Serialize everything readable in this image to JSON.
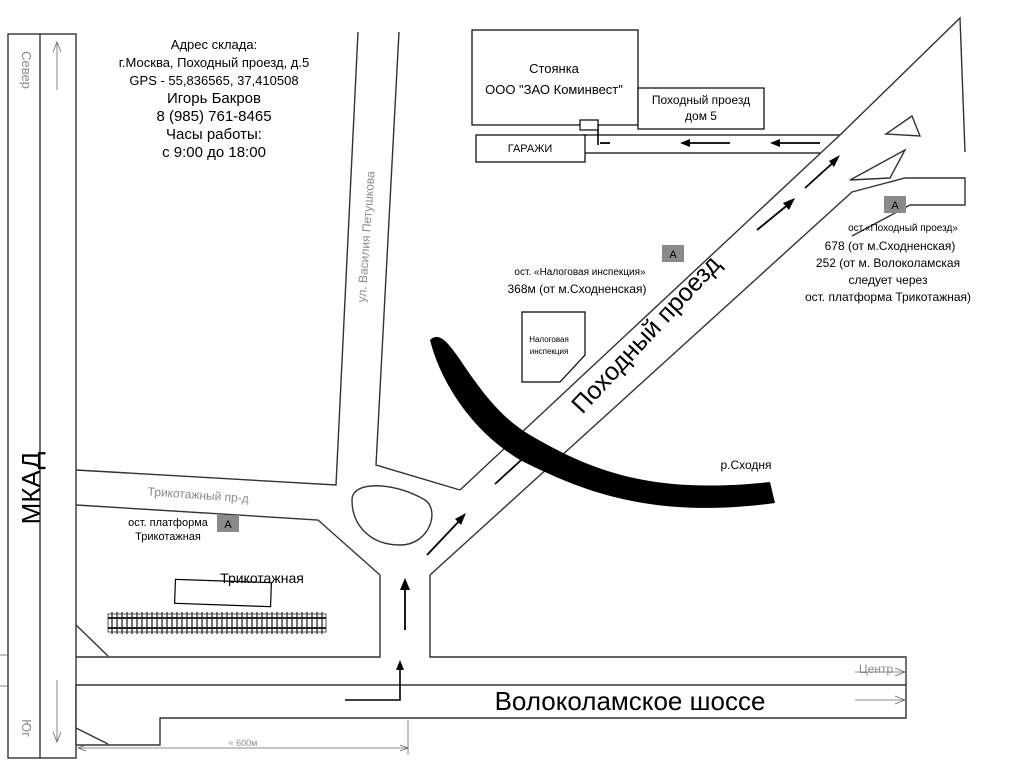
{
  "info": {
    "address_heading": "Адрес склада:",
    "address": "г.Москва, Походный проезд, д.5",
    "gps": "GPS - 55,836565, 37,410508",
    "contact_name": "Игорь Бакров",
    "phone": "8 (985) 761-8465",
    "hours_heading": "Часы работы:",
    "hours": "с 9:00 до 18:00"
  },
  "compass": {
    "north": "Север",
    "south": "Юг",
    "center": "Центр"
  },
  "roads": {
    "mkad": "МКАД",
    "volokolamskoe": "Волоколамское шоссе",
    "pohodny": "Походный проезд",
    "petushkova": "ул. Василия Петушкова",
    "trikotazhny": "Трикотажный пр-д",
    "trikotazhnaya_station": "Трикотажная",
    "river": "р.Сходня"
  },
  "buildings": {
    "parking_title": "Стоянка",
    "parking_company": "ООО \"ЗАО Коминвест\"",
    "target_line1": "Походный проезд",
    "target_line2": "дом 5",
    "garages": "ГАРАЖИ",
    "tax_line1": "Налоговая",
    "tax_line2": "инспекция"
  },
  "stops": {
    "badge": "А",
    "pohodny_title": "ост.«Походный проезд»",
    "pohodny_line1": "678 (от м.Сходненская)",
    "pohodny_line2": "252 (от м. Волоколамская",
    "pohodny_line3": "следует через",
    "pohodny_line4": "ост. платформа Трикотажная)",
    "tax_title": "ост. «Налоговая инспекция»",
    "tax_line1": "368м (от м.Сходненская)",
    "platform_line1": "ост. платформа",
    "platform_line2": "Трикотажная"
  },
  "distance": "≈ 600м",
  "colors": {
    "river": "#000000",
    "badge": "#8a8a8a",
    "road_outline": "#333333",
    "grey_text": "#8a8a8a"
  }
}
